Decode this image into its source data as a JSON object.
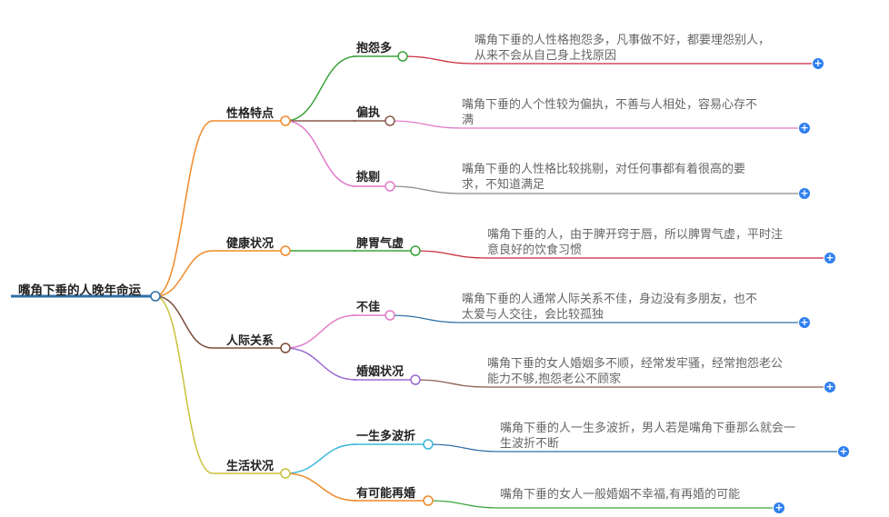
{
  "root": {
    "label": "嘴角下垂的人晚年命运"
  },
  "colors": {
    "root_line": "#2e6fa7",
    "personality": "#ef8a2b",
    "health": "#ef8a2b",
    "relations": "#7b4b3a",
    "life": "#c8c03a",
    "complain": "#3aa33a",
    "stubborn": "#8a5a4a",
    "picky": "#e07ac8",
    "stomach": "#3aa33a",
    "bad": "#e07ac8",
    "marriage": "#9a6ad0",
    "ups_downs": "#3ab8d8",
    "remarry": "#ef8a2b",
    "plus": "#2f7ff0"
  },
  "branches": [
    {
      "label": "性格特点",
      "children": [
        {
          "label": "抱怨多",
          "leaf": "嘴角下垂的人性格抱怨多，凡事做不好，都要埋怨别人，从来不会从自己身上找原因",
          "leaf_lines": [
            "嘴角下垂的人性格抱怨多，凡事做不好，都要埋怨别人，",
            "从来不会从自己身上找原因"
          ]
        },
        {
          "label": "偏执",
          "leaf": "嘴角下垂的人个性较为偏执，不善与人相处，容易心存不满",
          "leaf_lines": [
            "嘴角下垂的人个性较为偏执，不善与人相处，容易心存不",
            "满"
          ]
        },
        {
          "label": "挑剔",
          "leaf": "嘴角下垂的人性格比较挑剔，对任何事都有着很高的要求，不知道满足",
          "leaf_lines": [
            "嘴角下垂的人性格比较挑剔，对任何事都有着很高的要",
            "求，不知道满足"
          ]
        }
      ]
    },
    {
      "label": "健康状况",
      "children": [
        {
          "label": "脾胃气虚",
          "leaf": "嘴角下垂的人，由于脾开窍于唇，所以脾胃气虚，平时注意良好的饮食习惯",
          "leaf_lines": [
            "嘴角下垂的人，由于脾开窍于唇，所以脾胃气虚，平时注",
            "意良好的饮食习惯"
          ]
        }
      ]
    },
    {
      "label": "人际关系",
      "children": [
        {
          "label": "不佳",
          "leaf": "嘴角下垂的人通常人际关系不佳，身边没有多朋友，也不太爱与人交往，会比较孤独",
          "leaf_lines": [
            "嘴角下垂的人通常人际关系不佳，身边没有多朋友，也不",
            "太爱与人交往，会比较孤独"
          ]
        },
        {
          "label": "婚姻状况",
          "leaf": "嘴角下垂的女人婚姻多不顺，经常发牢骚，经常抱怨老公能力不够,抱怨老公不顾家",
          "leaf_lines": [
            "嘴角下垂的女人婚姻多不顺，经常发牢骚，经常抱怨老公",
            "能力不够,抱怨老公不顾家"
          ]
        }
      ]
    },
    {
      "label": "生活状况",
      "children": [
        {
          "label": "一生多波折",
          "leaf": "嘴角下垂的人一生多波折，男人若是嘴角下垂那么就会一生波折不断",
          "leaf_lines": [
            "嘴角下垂的人一生多波折，男人若是嘴角下垂那么就会一",
            "生波折不断"
          ]
        },
        {
          "label": "有可能再婚",
          "leaf": "嘴角下垂的女人一般婚姻不幸福,有再婚的可能",
          "leaf_lines": [
            "嘴角下垂的女人一般婚姻不幸福,有再婚的可能"
          ]
        }
      ]
    }
  ],
  "expand_icon": "plus-icon"
}
